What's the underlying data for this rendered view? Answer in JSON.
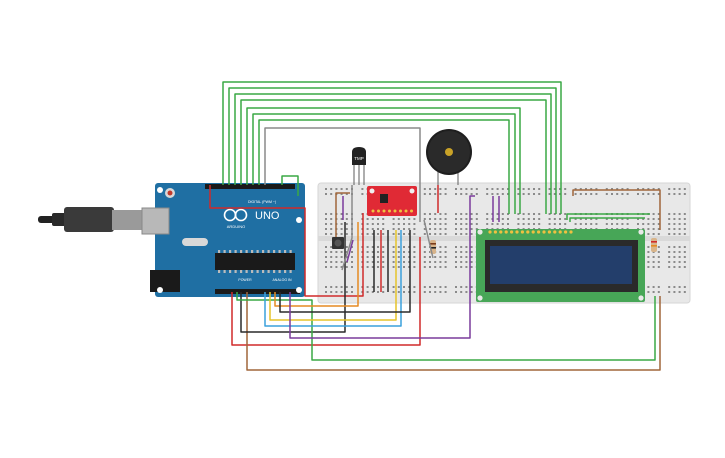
{
  "arduino": {
    "model": "UNO",
    "brand": "ARDUINO",
    "digital_header": "DIGITAL (PWM ~)",
    "power_label": "POWER",
    "analog_label": "ANALOG IN"
  },
  "sensor": {
    "label": "TMP"
  },
  "colors": {
    "green_wire": "#3aa845",
    "gray_wire": "#8a8a8a",
    "red_wire": "#d02a2a",
    "black_wire": "#2a2a2a",
    "brown_wire": "#a0663a",
    "purple_wire": "#7a3b9c",
    "yellow_wire": "#e6c42a",
    "blue_wire": "#3aa0dc",
    "orange_wire": "#e58a22",
    "board_blue": "#1f6fa3",
    "lcd_green": "#47a657",
    "lcd_screen": "#233e6b",
    "breadboard": "#e8e8e8",
    "breakout_red": "#e02a35"
  }
}
